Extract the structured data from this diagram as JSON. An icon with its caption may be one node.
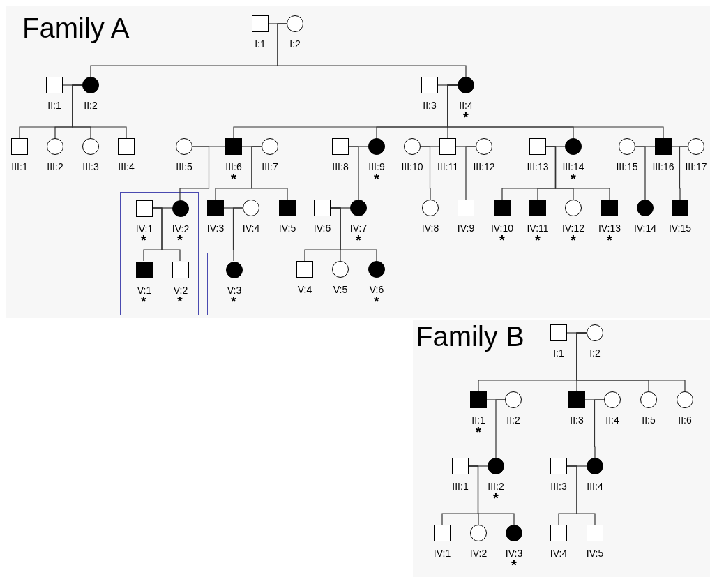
{
  "diagram": {
    "nodes": [
      {
        "text": [
          "Family A"
        ]
      },
      {
        "text": [
          "I:1"
        ],
        "in": 0
      },
      {
        "text": [
          "I:2"
        ],
        "in": 0
      },
      {
        "text": [
          "II:1"
        ],
        "in": 0
      },
      {
        "text": [
          "II:2"
        ],
        "in": 0
      },
      {
        "text": [
          "II:3"
        ],
        "in": 0
      },
      {
        "text": [
          "II:4"
        ],
        "in": 0
      },
      {
        "text": [
          "III:1"
        ],
        "in": 0
      },
      {
        "text": [
          "III:2"
        ],
        "in": 0
      },
      {
        "text": [
          "III:3"
        ],
        "in": 0
      },
      {
        "text": [
          "III:4"
        ],
        "in": 0
      },
      {
        "text": [
          "III:5"
        ],
        "in": 0
      },
      {
        "text": [
          "III:6"
        ],
        "in": 0
      },
      {
        "text": [
          "III:7"
        ],
        "in": 0
      },
      {
        "text": [
          "III:8"
        ],
        "in": 0
      },
      {
        "text": [
          "III:9"
        ],
        "in": 0
      },
      {
        "text": [
          "III:10"
        ],
        "in": 0
      },
      {
        "text": [
          "III:11"
        ],
        "in": 0
      },
      {
        "text": [
          "III:12"
        ],
        "in": 0
      },
      {
        "text": [
          "III:13"
        ],
        "in": 0
      },
      {
        "text": [
          "III:14"
        ],
        "in": 0
      },
      {
        "text": [
          "III:15"
        ],
        "in": 0
      },
      {
        "text": [
          "III:16"
        ],
        "in": 0
      },
      {
        "text": [
          "III:17"
        ],
        "in": 0
      },
      {
        "text": [],
        "shape": "box",
        "in": 0
      },
      {
        "text": [
          "IV:1"
        ],
        "in": 24
      },
      {
        "text": [
          "IV:2"
        ],
        "in": 24
      },
      {
        "text": [
          "IV:3"
        ],
        "in": 0
      },
      {
        "text": [
          "IV:4"
        ],
        "in": 0
      },
      {
        "text": [
          "IV:5"
        ],
        "in": 0
      },
      {
        "text": [
          "IV:6"
        ],
        "in": 0
      },
      {
        "text": [
          "IV:7"
        ],
        "in": 0
      },
      {
        "text": [
          "IV:8"
        ],
        "in": 0
      },
      {
        "text": [
          "IV:9"
        ],
        "in": 0
      },
      {
        "text": [
          "IV:10"
        ],
        "in": 0
      },
      {
        "text": [
          "IV:11"
        ],
        "in": 0
      },
      {
        "text": [
          "IV:12"
        ],
        "in": 0
      },
      {
        "text": [
          "IV:13"
        ],
        "in": 0
      },
      {
        "text": [
          "IV:14"
        ],
        "in": 0
      },
      {
        "text": [
          "IV:15"
        ],
        "in": 0
      },
      {
        "text": [
          "V:1"
        ],
        "in": 24
      },
      {
        "text": [
          "V:2"
        ],
        "in": 24
      },
      {
        "text": [],
        "shape": "box",
        "in": 0
      },
      {
        "text": [
          "V:3"
        ],
        "in": 42
      },
      {
        "text": [
          "V:4"
        ],
        "in": 0
      },
      {
        "text": [
          "V:5"
        ],
        "in": 0
      },
      {
        "text": [
          "V:6"
        ],
        "in": 0
      },
      {
        "text": [
          "Family B"
        ]
      },
      {
        "text": [
          "I:1"
        ],
        "in": 47
      },
      {
        "text": [
          "I:2"
        ],
        "in": 47
      },
      {
        "text": [
          "II:1"
        ],
        "in": 47
      },
      {
        "text": [
          "II:2"
        ],
        "in": 47
      },
      {
        "text": [
          "II:3"
        ],
        "in": 47
      },
      {
        "text": [
          "II:4"
        ],
        "in": 47
      },
      {
        "text": [
          "II:5"
        ],
        "in": 47
      },
      {
        "text": [
          "II:6"
        ],
        "in": 47
      },
      {
        "text": [
          "III:1"
        ],
        "in": 47
      },
      {
        "text": [
          "III:2"
        ],
        "in": 47
      },
      {
        "text": [
          "III:3"
        ],
        "in": 47
      },
      {
        "text": [
          "III:4"
        ],
        "in": 47
      },
      {
        "text": [
          "IV:1"
        ],
        "in": 47
      },
      {
        "text": [
          "IV:2"
        ],
        "in": 47
      },
      {
        "text": [
          "IV:3"
        ],
        "in": 47
      },
      {
        "text": [
          "IV:4"
        ],
        "in": 47
      },
      {
        "text": [
          "IV:5"
        ],
        "in": 47
      }
    ],
    "edges": [
      {
        "from": 1,
        "to": 2,
        "arrow": "none"
      },
      {
        "from": 3,
        "to": 4,
        "arrow": "none"
      },
      {
        "from": 5,
        "to": 6,
        "arrow": "none"
      },
      {
        "from": 11,
        "to": 12,
        "arrow": "none"
      },
      {
        "from": 12,
        "to": 13,
        "arrow": "none"
      },
      {
        "from": 14,
        "to": 15,
        "arrow": "none"
      },
      {
        "from": 16,
        "to": 17,
        "arrow": "none"
      },
      {
        "from": 17,
        "to": 18,
        "arrow": "none"
      },
      {
        "from": 19,
        "to": 20,
        "arrow": "none"
      },
      {
        "from": 21,
        "to": 22,
        "arrow": "none"
      },
      {
        "from": 22,
        "to": 23,
        "arrow": "none"
      },
      {
        "from": 25,
        "to": 26,
        "arrow": "none"
      },
      {
        "from": 27,
        "to": 28,
        "arrow": "none"
      },
      {
        "from": 30,
        "to": 31,
        "arrow": "none"
      },
      {
        "from": 48,
        "to": 49,
        "arrow": "none"
      },
      {
        "from": 50,
        "to": 51,
        "arrow": "none"
      },
      {
        "from": 52,
        "to": 53,
        "arrow": "none"
      },
      {
        "from": 56,
        "to": 57,
        "arrow": "none"
      },
      {
        "from": 58,
        "to": 59,
        "arrow": "none"
      },
      {
        "from": 2,
        "to": 4,
        "arrow": "none"
      },
      {
        "from": 2,
        "to": 6,
        "arrow": "none"
      },
      {
        "from": 4,
        "to": 7,
        "arrow": "none"
      },
      {
        "from": 4,
        "to": 8,
        "arrow": "none"
      },
      {
        "from": 4,
        "to": 9,
        "arrow": "none"
      },
      {
        "from": 4,
        "to": 10,
        "arrow": "none"
      },
      {
        "from": 6,
        "to": 12,
        "arrow": "none"
      },
      {
        "from": 6,
        "to": 15,
        "arrow": "none"
      },
      {
        "from": 6,
        "to": 17,
        "arrow": "none"
      },
      {
        "from": 6,
        "to": 20,
        "arrow": "none"
      },
      {
        "from": 6,
        "to": 22,
        "arrow": "none"
      },
      {
        "from": 11,
        "to": 26,
        "arrow": "none"
      },
      {
        "from": 13,
        "to": 27,
        "arrow": "none"
      },
      {
        "from": 13,
        "to": 29,
        "arrow": "none"
      },
      {
        "from": 14,
        "to": 31,
        "arrow": "none"
      },
      {
        "from": 16,
        "to": 32,
        "arrow": "none"
      },
      {
        "from": 18,
        "to": 33,
        "arrow": "none"
      },
      {
        "from": 19,
        "to": 34,
        "arrow": "none"
      },
      {
        "from": 19,
        "to": 35,
        "arrow": "none"
      },
      {
        "from": 19,
        "to": 36,
        "arrow": "none"
      },
      {
        "from": 19,
        "to": 37,
        "arrow": "none"
      },
      {
        "from": 21,
        "to": 38,
        "arrow": "none"
      },
      {
        "from": 23,
        "to": 39,
        "arrow": "none"
      },
      {
        "from": 25,
        "to": 40,
        "arrow": "none"
      },
      {
        "from": 25,
        "to": 41,
        "arrow": "none"
      },
      {
        "from": 28,
        "to": 43,
        "arrow": "none"
      },
      {
        "from": 30,
        "to": 44,
        "arrow": "none"
      },
      {
        "from": 30,
        "to": 45,
        "arrow": "none"
      },
      {
        "from": 30,
        "to": 46,
        "arrow": "none"
      },
      {
        "from": 49,
        "to": 50,
        "arrow": "none"
      },
      {
        "from": 49,
        "to": 52,
        "arrow": "none"
      },
      {
        "from": 49,
        "to": 54,
        "arrow": "none"
      },
      {
        "from": 49,
        "to": 55,
        "arrow": "none"
      },
      {
        "from": 51,
        "to": 57,
        "arrow": "none"
      },
      {
        "from": 53,
        "to": 59,
        "arrow": "none"
      },
      {
        "from": 56,
        "to": 60,
        "arrow": "none"
      },
      {
        "from": 56,
        "to": 61,
        "arrow": "none"
      },
      {
        "from": 56,
        "to": 62,
        "arrow": "none"
      },
      {
        "from": 58,
        "to": 63,
        "arrow": "none"
      },
      {
        "from": 58,
        "to": 64,
        "arrow": "none"
      }
    ],
    "labels": [
      "*",
      "*",
      "*",
      "*",
      "*",
      "*",
      "*",
      "*",
      "*",
      "*",
      "*",
      "*",
      "*",
      "*",
      "*",
      "*",
      "*",
      "*"
    ]
  }
}
